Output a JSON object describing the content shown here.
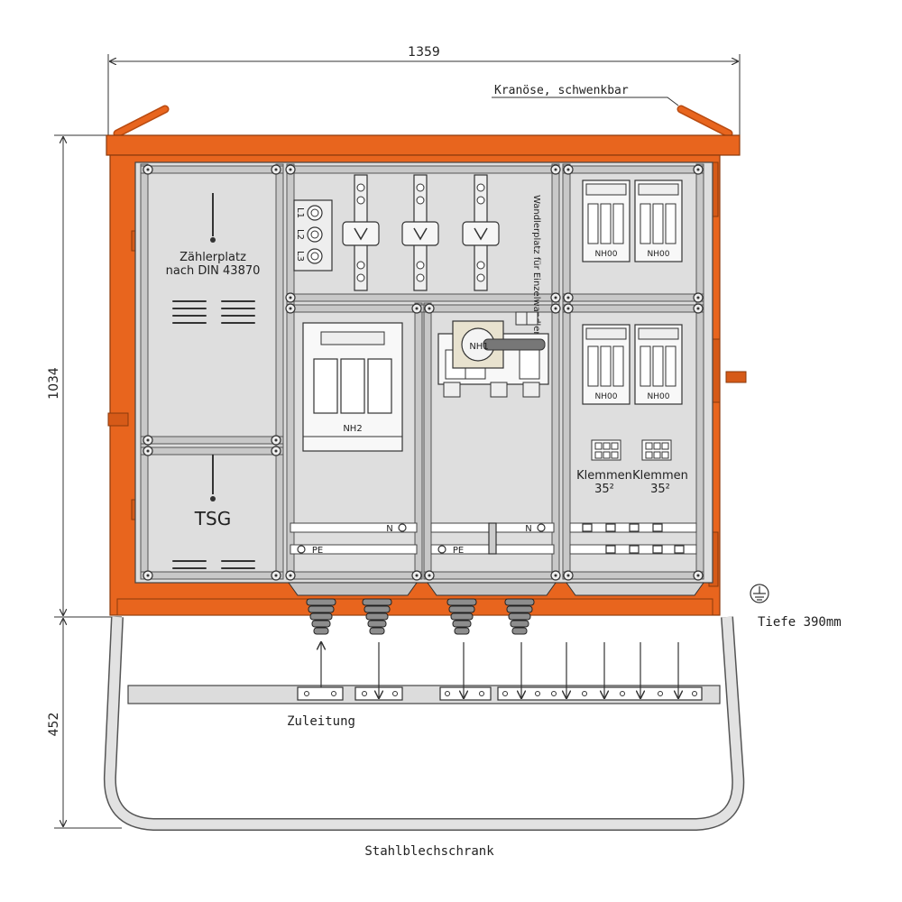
{
  "dimensions": {
    "width": "1359",
    "height_upper": "1034",
    "height_lower": "452"
  },
  "labels": {
    "crane_eye": "Kranöse, schwenkbar",
    "meter_place_line1": "Zählerplatz",
    "meter_place_line2": "nach DIN 43870",
    "tsg": "TSG",
    "transformer_place": "Wandlerplatz für Einzelwandler",
    "l1": "L1",
    "l2": "L2",
    "l3": "L3",
    "nh2": "NH2",
    "nh1": "NH1",
    "nh00": "NH00",
    "terminals": "Klemmen",
    "terminals_size": "35²",
    "n": "N",
    "pe": "PE",
    "depth": "Tiefe 390mm",
    "feed": "Zuleitung",
    "cabinet": "Stahlblechschrank"
  },
  "colors": {
    "orange": "#e8651e",
    "orange_dark": "#b84a10",
    "panel_gray": "#dedede",
    "frame_gray": "#c8c8c8",
    "line": "#333333"
  }
}
